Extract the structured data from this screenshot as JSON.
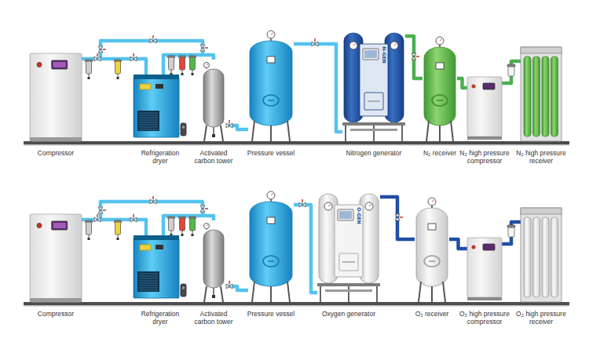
{
  "diagram": {
    "nodes": [
      {
        "text": [
          "Compressor"
        ]
      },
      {
        "text": [
          "Refrigeration dryer"
        ]
      },
      {
        "text": [
          "Activated carbon tower"
        ]
      },
      {
        "text": [
          "Pressure vessel"
        ]
      },
      {
        "text": [
          "Nitrogen generator"
        ]
      },
      {
        "text": [
          "N₂ receiver"
        ]
      },
      {
        "text": [
          "N₂ high pressure compressor"
        ]
      },
      {
        "text": [
          "N₂ high pressure receiver"
        ]
      },
      {
        "text": [
          "Compressor"
        ]
      },
      {
        "text": [
          "Refrigeration dryer"
        ]
      },
      {
        "text": [
          "Activated carbon tower"
        ]
      },
      {
        "text": [
          "Pressure vessel"
        ]
      },
      {
        "text": [
          "Oxygen generator"
        ]
      },
      {
        "text": [
          "O₂ receiver"
        ]
      },
      {
        "text": [
          "O₂ high pressure compressor"
        ]
      },
      {
        "text": [
          "O₂ high pressure receiver"
        ]
      }
    ],
    "edges": [
      {
        "from": 0,
        "to": 1,
        "arrow": "none"
      },
      {
        "from": 1,
        "to": 2,
        "arrow": "none"
      },
      {
        "from": 2,
        "to": 3,
        "arrow": "none"
      },
      {
        "from": 3,
        "to": 4,
        "arrow": "none"
      },
      {
        "from": 4,
        "to": 5,
        "arrow": "none"
      },
      {
        "from": 5,
        "to": 6,
        "arrow": "none"
      },
      {
        "from": 6,
        "to": 7,
        "arrow": "none"
      },
      {
        "from": 8,
        "to": 9,
        "arrow": "none"
      },
      {
        "from": 9,
        "to": 10,
        "arrow": "none"
      },
      {
        "from": 10,
        "to": 11,
        "arrow": "none"
      },
      {
        "from": 11,
        "to": 12,
        "arrow": "none"
      },
      {
        "from": 12,
        "to": 13,
        "arrow": "none"
      },
      {
        "from": 13,
        "to": 14,
        "arrow": "none"
      },
      {
        "from": 14,
        "to": 15,
        "arrow": "none"
      }
    ],
    "labels": [
      "N-GEN",
      "O-GEN"
    ]
  }
}
